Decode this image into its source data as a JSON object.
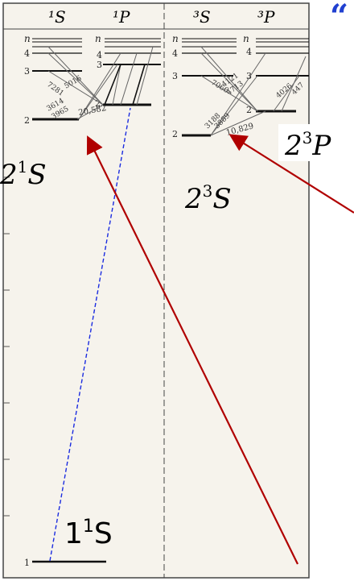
{
  "columns": [
    {
      "label": "¹S"
    },
    {
      "label": "¹P"
    },
    {
      "label": "³S"
    },
    {
      "label": "³P"
    }
  ],
  "n_labels": [
    "n",
    "4",
    "3",
    "2",
    "1"
  ],
  "wavelengths_singlet": [
    "7281",
    "5016",
    "3614",
    "3965",
    "20,582"
  ],
  "wavelengths_triplet": [
    "4121",
    "4713",
    "7066",
    "3188",
    "3889",
    "10,829",
    "4026",
    "447"
  ],
  "annotations": {
    "two_one_s": {
      "main": "2",
      "sup": "1",
      "letter": "S"
    },
    "two_three_s": {
      "main": "2",
      "sup": "3",
      "letter": "S"
    },
    "two_three_p": {
      "main": "2",
      "sup": "3",
      "letter": "P"
    },
    "one_one_s": {
      "main": "1",
      "sup": "1",
      "letter": "S"
    },
    "corner_mark": "“"
  },
  "colors": {
    "arrow": "#b00000",
    "dashed": "#1a2be0",
    "paper": "#f6f3ec",
    "corner": "#2040d0"
  }
}
